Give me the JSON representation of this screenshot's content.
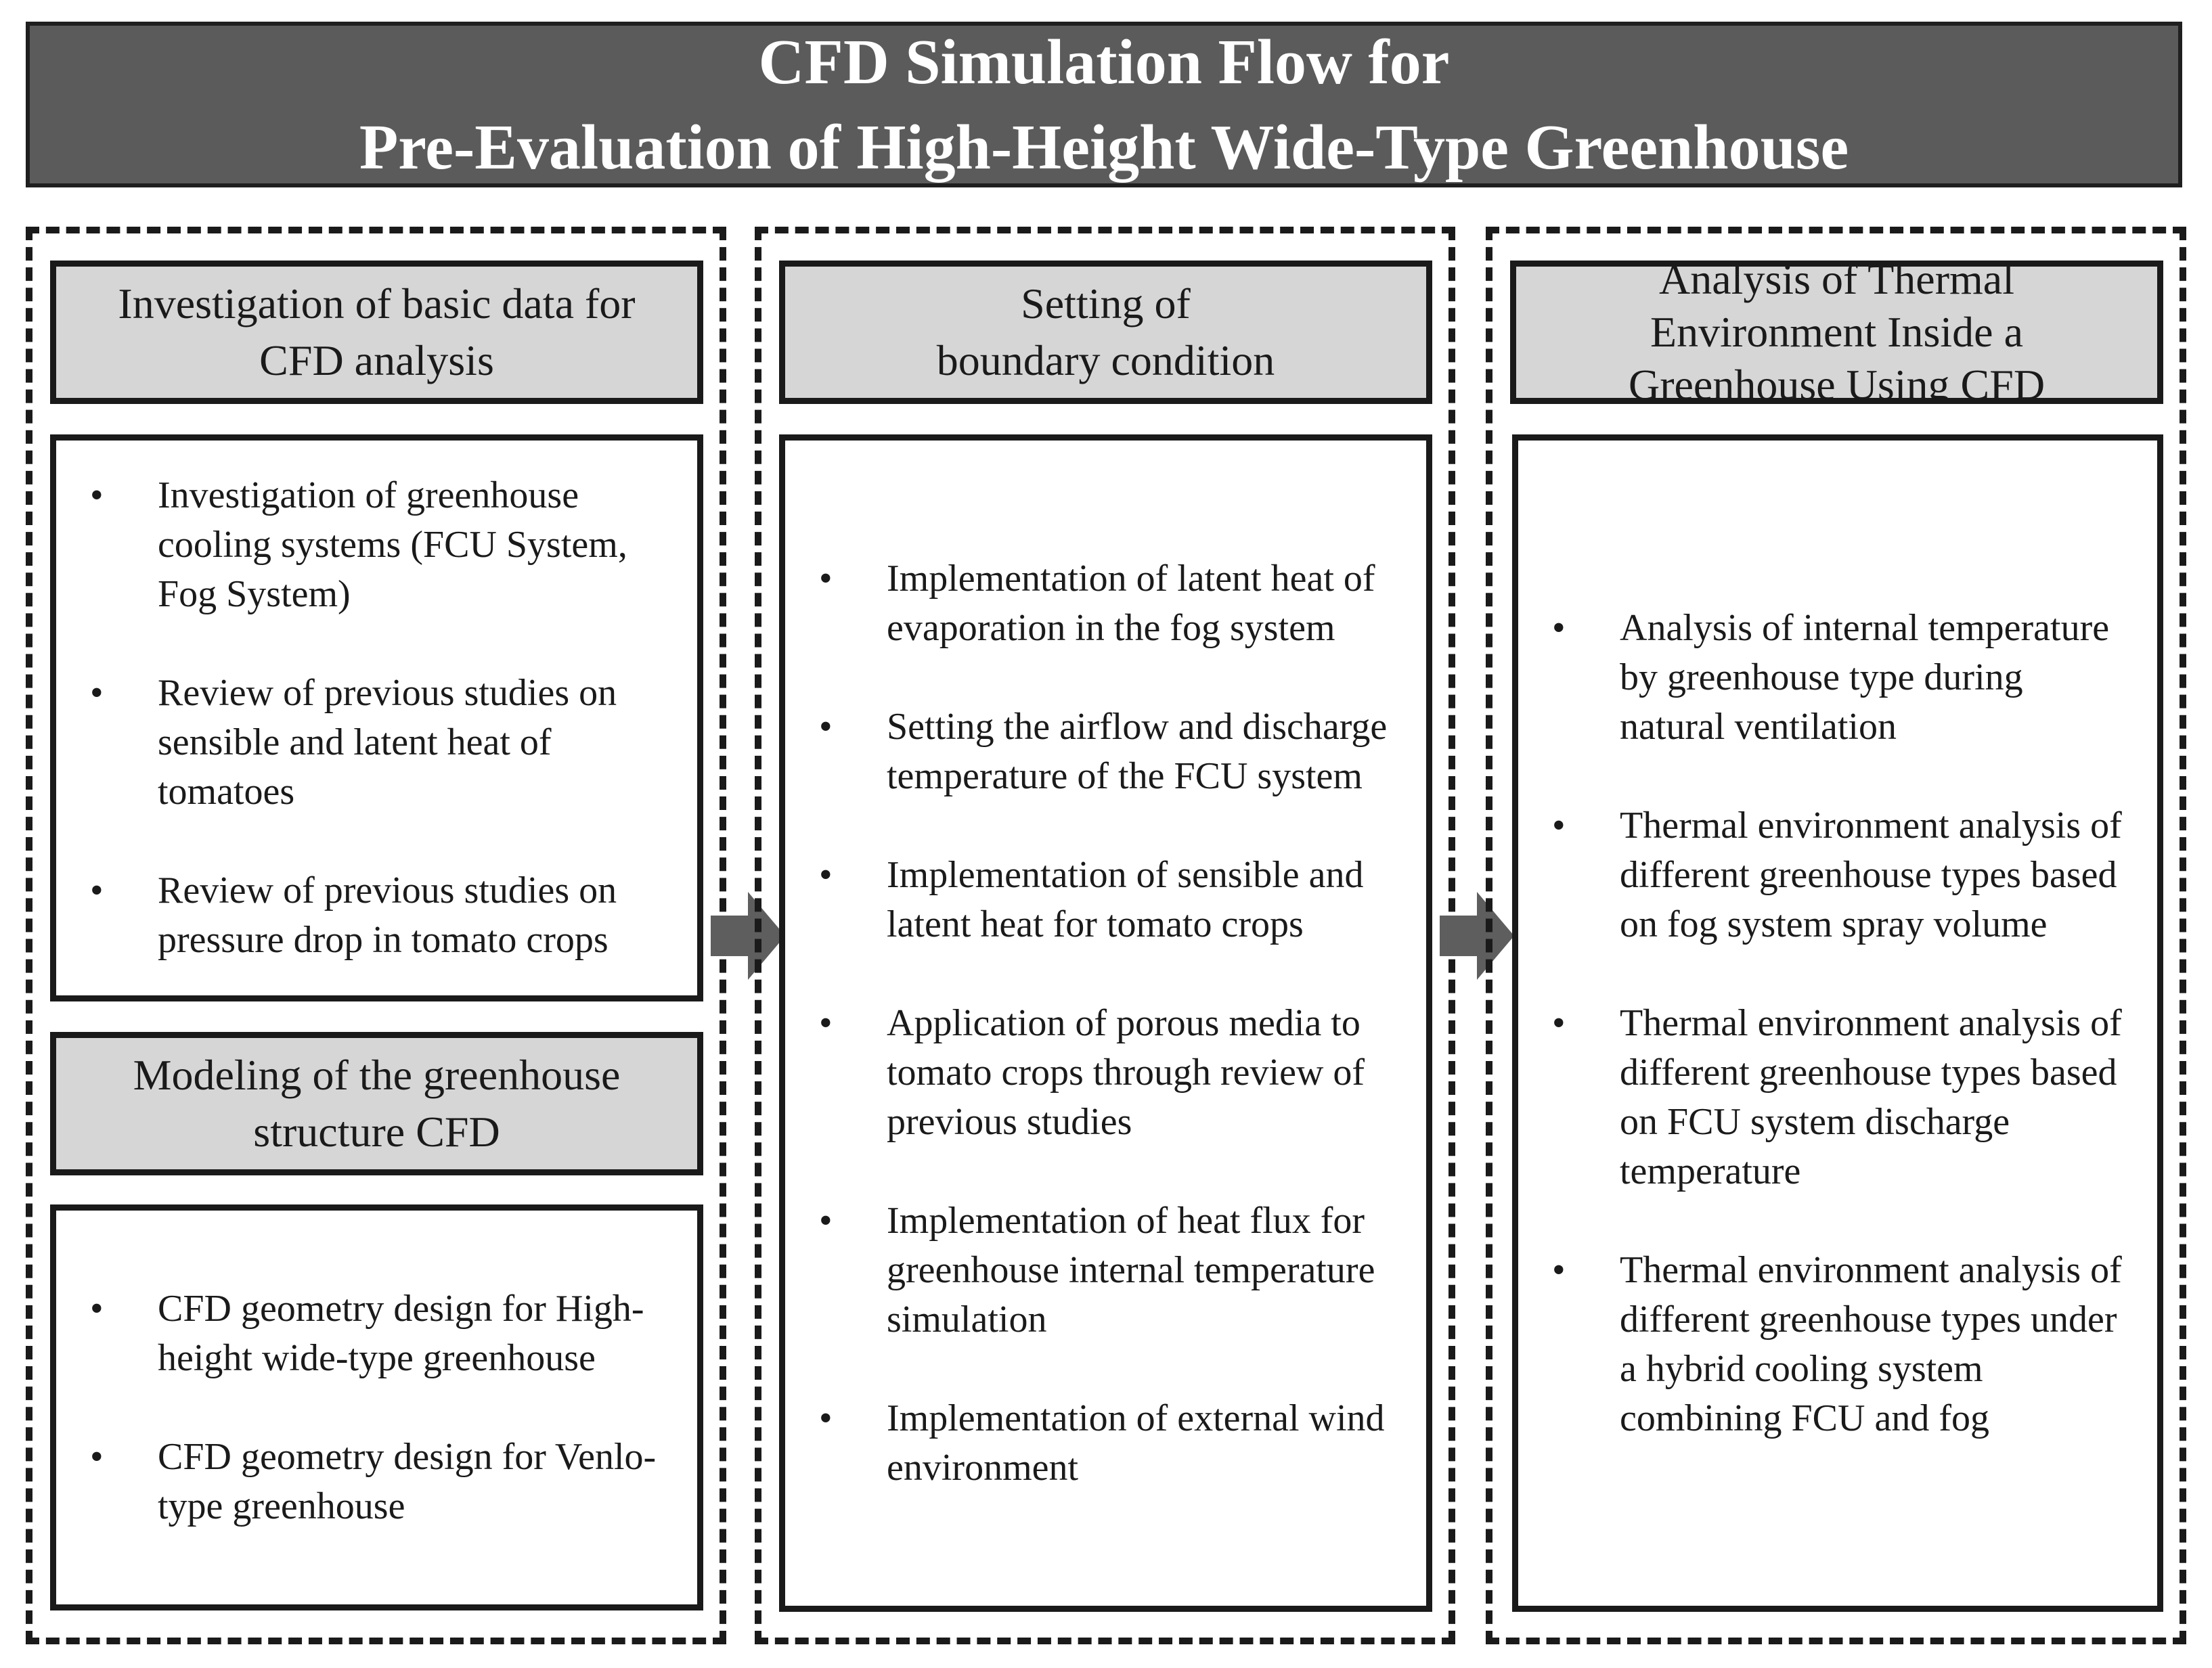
{
  "title": {
    "line1": "CFD Simulation Flow for",
    "line2": "Pre-Evaluation of High-Height Wide-Type Greenhouse"
  },
  "columns": [
    {
      "sections": [
        {
          "header": [
            "Investigation of basic data for",
            "CFD analysis"
          ],
          "items": [
            "Investigation of greenhouse cooling systems (FCU System, Fog System)",
            "Review of previous studies on sensible and latent heat of tomatoes",
            "Review of previous studies on pressure drop in tomato crops"
          ]
        },
        {
          "header": [
            "Modeling of the greenhouse",
            "structure CFD"
          ],
          "items": [
            "CFD geometry design for High-height wide-type greenhouse",
            "CFD geometry design for Venlo-type greenhouse"
          ]
        }
      ]
    },
    {
      "sections": [
        {
          "header": [
            "Setting of",
            "boundary condition"
          ],
          "items": [
            "Implementation of latent heat of evaporation in the fog system",
            "Setting the airflow and discharge temperature of the FCU system",
            "Implementation of sensible and latent heat for tomato crops",
            "Application of porous media to tomato crops through review of previous studies",
            "Implementation of heat flux for greenhouse internal temperature simulation",
            "Implementation of external wind environment"
          ]
        }
      ]
    },
    {
      "sections": [
        {
          "header": [
            "Analysis of Thermal",
            "Environment Inside a",
            "Greenhouse Using CFD"
          ],
          "items": [
            "Analysis of internal temperature by greenhouse type during natural ventilation",
            "Thermal environment analysis of different greenhouse types based on fog system spray volume",
            "Thermal environment analysis of different greenhouse types based on FCU system discharge temperature",
            "Thermal environment analysis of different greenhouse types under a hybrid cooling system combining FCU and fog"
          ]
        }
      ]
    }
  ],
  "bullet_symbol": "•",
  "colors": {
    "title_bg": "#5b5b5b",
    "header_bg": "#d6d6d6",
    "arrow": "#5e5e5e",
    "border": "#1a1a1a"
  }
}
